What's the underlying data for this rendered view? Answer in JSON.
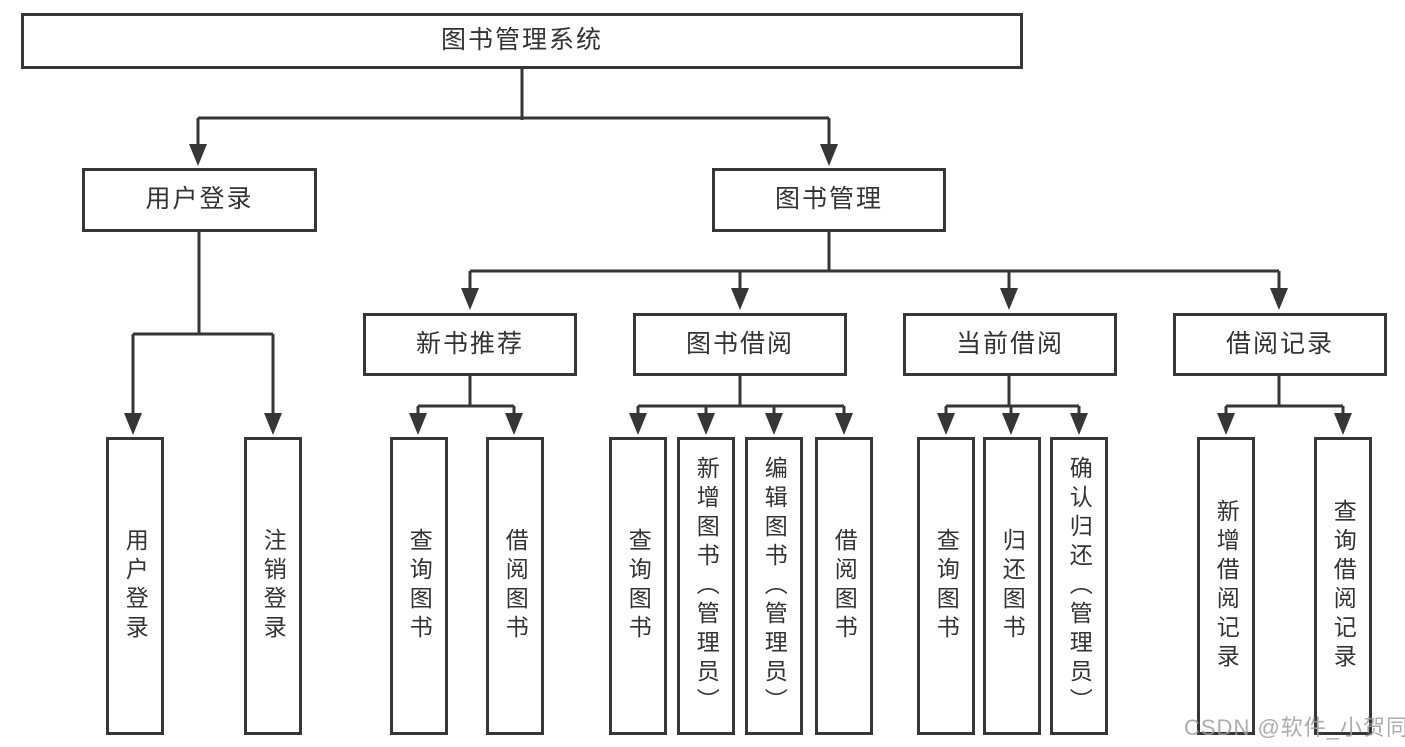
{
  "tree": {
    "root": "图书管理系统",
    "branches": [
      {
        "label": "用户登录",
        "children": [
          "用户登录",
          "注销登录"
        ]
      },
      {
        "label": "图书管理",
        "children": [
          {
            "label": "新书推荐",
            "children": [
              "查询图书",
              "借阅图书"
            ]
          },
          {
            "label": "图书借阅",
            "children": [
              "查询图书",
              "新增图书（管理员）",
              "编辑图书（管理员）",
              "借阅图书"
            ]
          },
          {
            "label": "当前借阅",
            "children": [
              "查询图书",
              "归还图书",
              "确认归还（管理员）"
            ]
          },
          {
            "label": "借阅记录",
            "children": [
              "新增借阅记录",
              "查询借阅记录"
            ]
          }
        ]
      }
    ]
  },
  "watermark": "CSDN @软件_小贺同学",
  "colors": {
    "line": "#363636",
    "text": "#333333",
    "background": "#ffffff",
    "watermark": "#9e9e9e"
  }
}
